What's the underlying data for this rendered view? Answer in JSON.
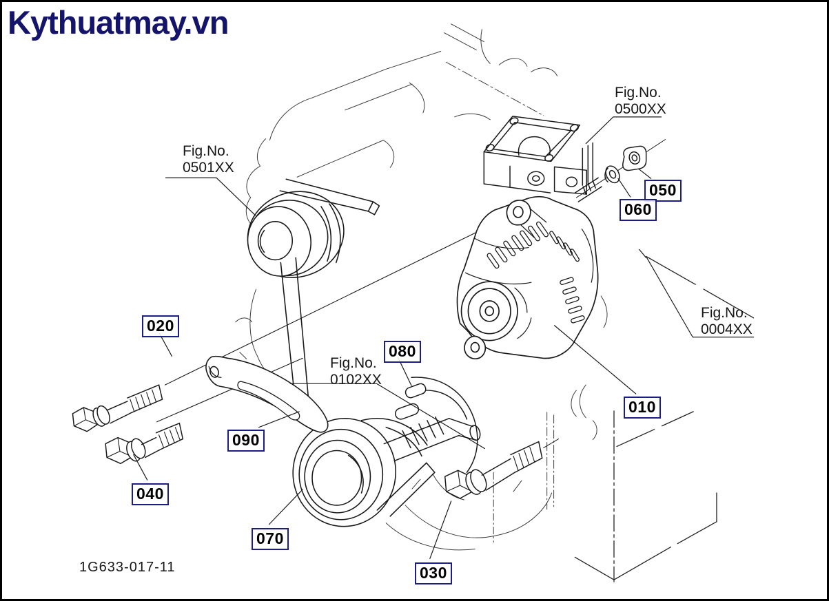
{
  "site": {
    "logo": "Kythuatmay.vn"
  },
  "diagram": {
    "drawing_number": "1G633-017-11",
    "figs": {
      "f0501": {
        "prefix": "Fig.No.",
        "code": "0501XX"
      },
      "f0500": {
        "prefix": "Fig.No.",
        "code": "0500XX"
      },
      "f0004": {
        "prefix": "Fig.No.",
        "code": "0004XX"
      },
      "f0102": {
        "prefix": "Fig.No.",
        "code": "0102XX"
      }
    },
    "parts": {
      "p010": "010",
      "p020": "020",
      "p030": "030",
      "p040": "040",
      "p050": "050",
      "p060": "060",
      "p070": "070",
      "p080": "080",
      "p090": "090"
    },
    "colors": {
      "logo_color": "#14146b",
      "label_border": "#1c1c86",
      "ink": "#1a1a1a"
    }
  }
}
